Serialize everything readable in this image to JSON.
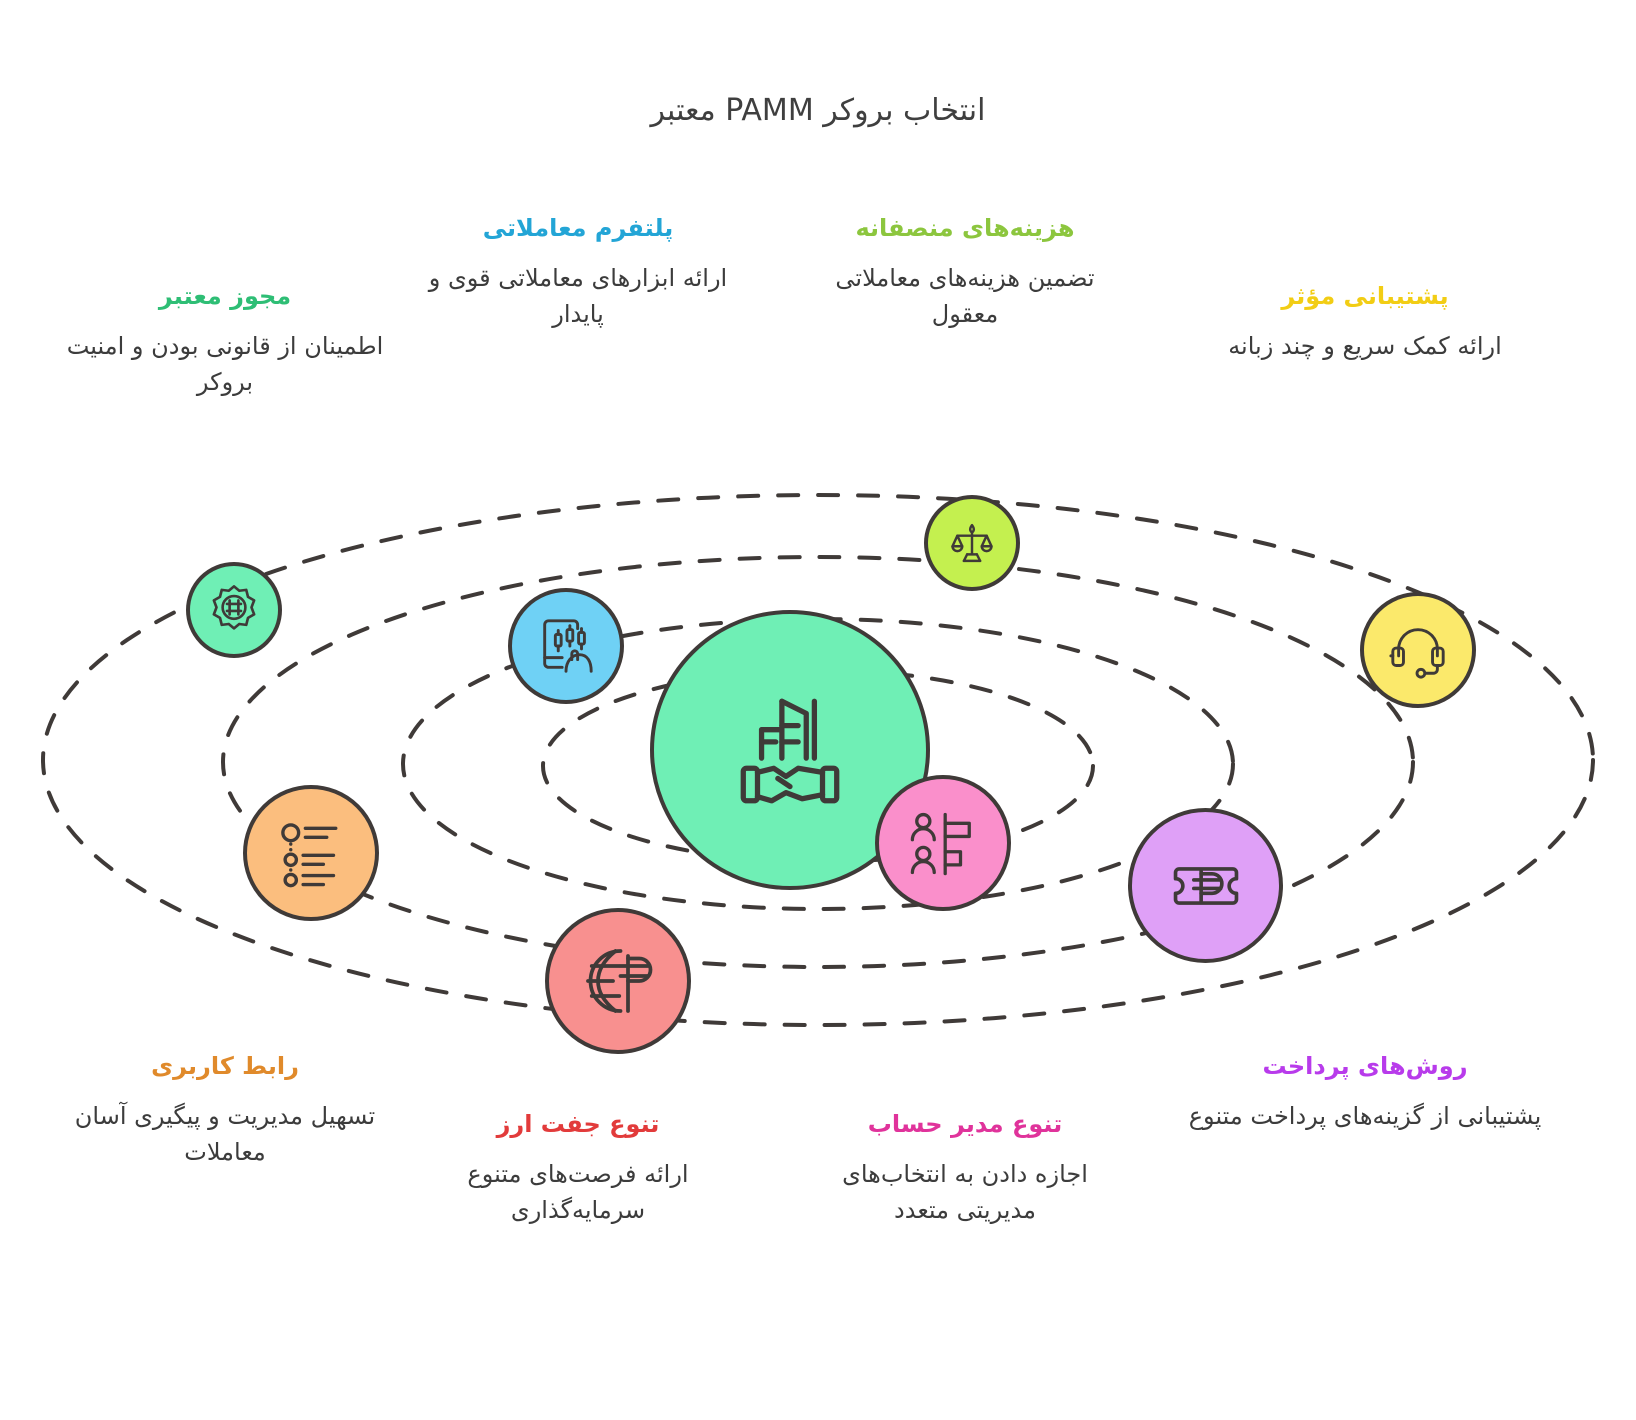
{
  "title": "انتخاب بروکر PAMM معتبر",
  "colors": {
    "stroke": "#3f3a38",
    "text": "#3c3c3c",
    "title": "#3f3f3f",
    "license_green": "#6FEFB5",
    "platform_blue": "#6FD1F5",
    "fees_lime": "#C4F04F",
    "support_yellow": "#FBE96B",
    "interface_orange": "#FBBE7E",
    "currency_red": "#F8908F",
    "manager_pink": "#FA8FCB",
    "payment_purple": "#DFA0F7",
    "center_green": "#6FEFB5",
    "license_label": "#2EBE75",
    "platform_label": "#23A5D6",
    "fees_label": "#8CC63E",
    "support_label": "#F2CD14",
    "interface_label": "#E08A2B",
    "currency_label": "#E23B3B",
    "manager_label": "#E0339B",
    "payment_label": "#B83BEB"
  },
  "features": [
    {
      "id": "license",
      "heading": "مجوز معتبر",
      "body": "اطمینان از قانونی بودن و امنیت بروکر",
      "icon": "certificate-badge-icon"
    },
    {
      "id": "platform",
      "heading": "پلتفرم معاملاتی",
      "body": "ارائه ابزارهای معاملاتی قوی و پایدار",
      "icon": "mobile-candlestick-chart-icon"
    },
    {
      "id": "fees",
      "heading": "هزینه‌های منصفانه",
      "body": "تضمین هزینه‌های معاملاتی معقول",
      "icon": "balance-scales-icon"
    },
    {
      "id": "support",
      "heading": "پشتیبانی مؤثر",
      "body": "ارائه کمک سریع و چند زبانه",
      "icon": "headset-icon"
    },
    {
      "id": "interface",
      "heading": "رابط کاربری",
      "body": "تسهیل مدیریت و پیگیری آسان معاملات",
      "icon": "checklist-timeline-icon"
    },
    {
      "id": "currency",
      "heading": "تنوع جفت ارز",
      "body": "ارائه فرصت‌های متنوع سرمایه‌گذاری",
      "icon": "globe-currency-icon"
    },
    {
      "id": "manager",
      "heading": "تنوع مدیر حساب",
      "body": "اجازه دادن به انتخاب‌های متعدد مدیریتی",
      "icon": "people-bar-chart-icon"
    },
    {
      "id": "payment",
      "heading": "روش‌های پرداخت",
      "body": "پشتیبانی از گزینه‌های پرداخت متنوع",
      "icon": "banknote-currency-icon"
    }
  ],
  "center": {
    "icon": "handshake-flag-icon"
  },
  "labels": {
    "manager_body_line1": "اجازه دادن به انتخاب‌های",
    "manager_body_line2": "مدیریتی متعدد"
  }
}
